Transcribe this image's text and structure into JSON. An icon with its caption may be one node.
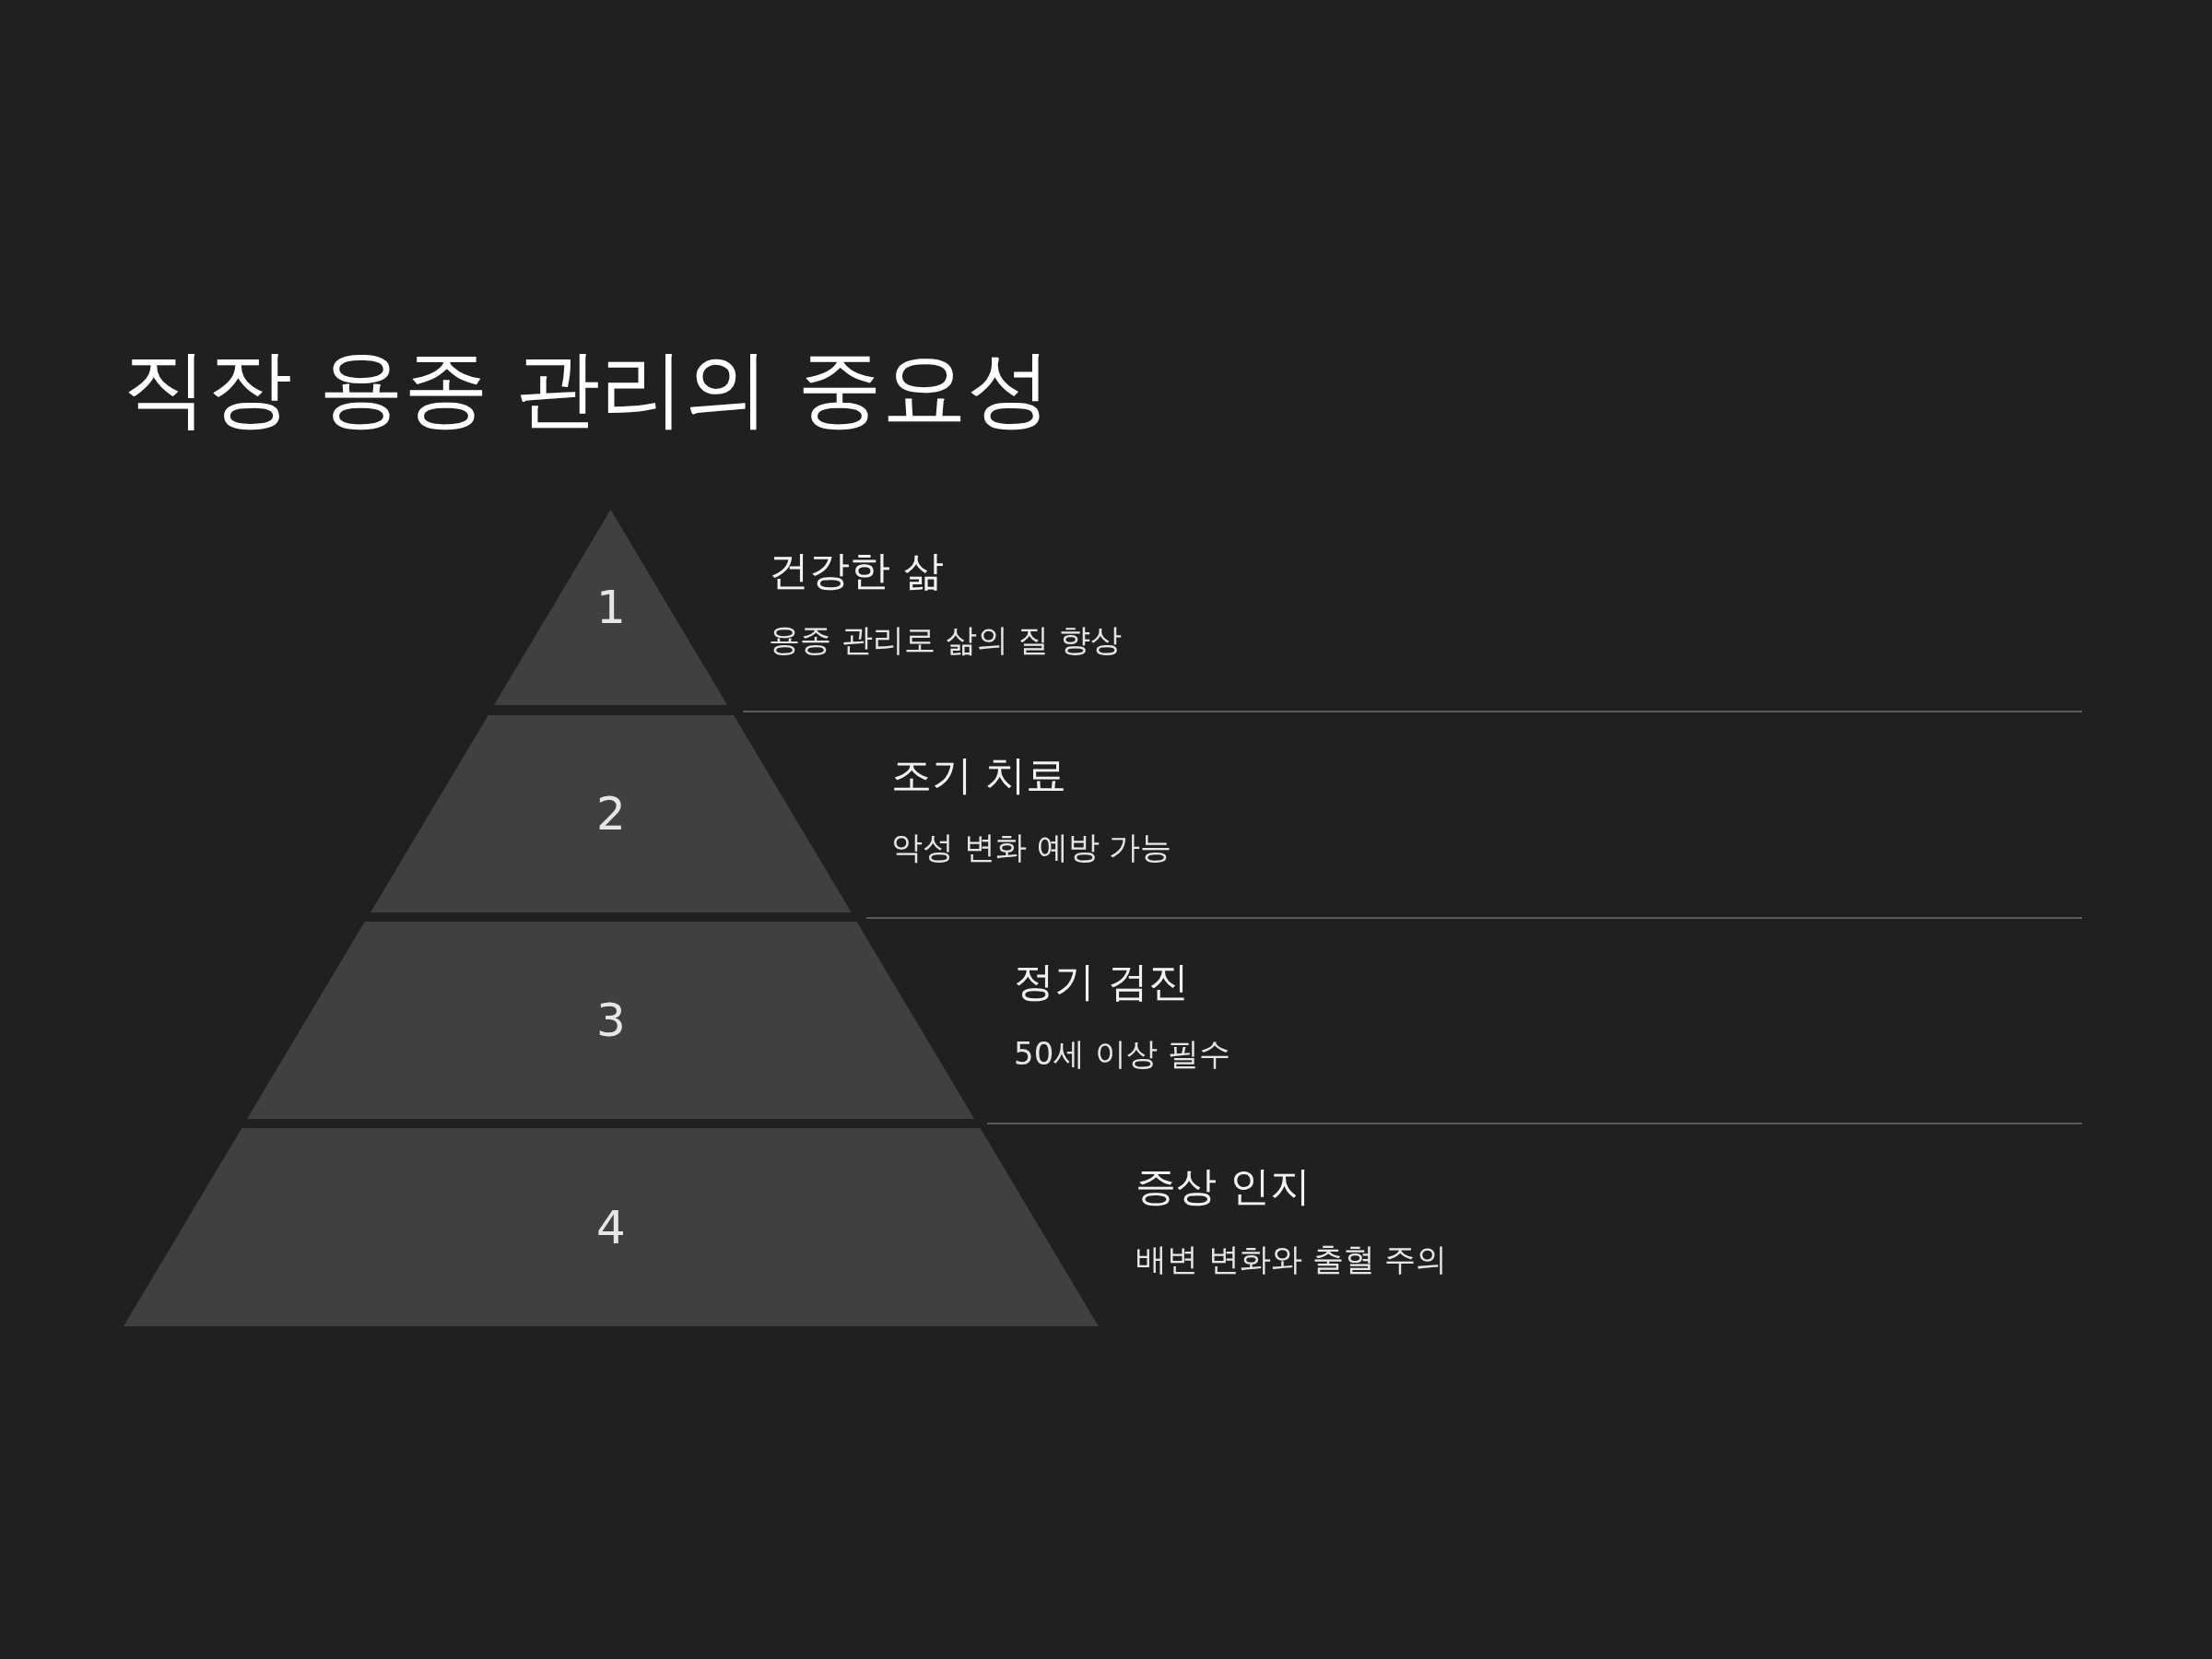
{
  "diagram": {
    "title": "직장 용종 관리의 중요성",
    "nodes": [
      {
        "text": [
          "1"
        ],
        "beside": [
          "건강한 삶",
          "용종 관리로 삶의 질 향상"
        ]
      },
      {
        "text": [
          "2"
        ],
        "beside": [
          "조기 치료",
          "악성 변화 예방 가능"
        ]
      },
      {
        "text": [
          "3"
        ],
        "beside": [
          "정기 검진",
          "50세 이상 필수"
        ]
      },
      {
        "text": [
          "4"
        ],
        "beside": [
          "증상 인지",
          "배변 변화와 출혈 주의"
        ]
      }
    ],
    "edges": []
  }
}
